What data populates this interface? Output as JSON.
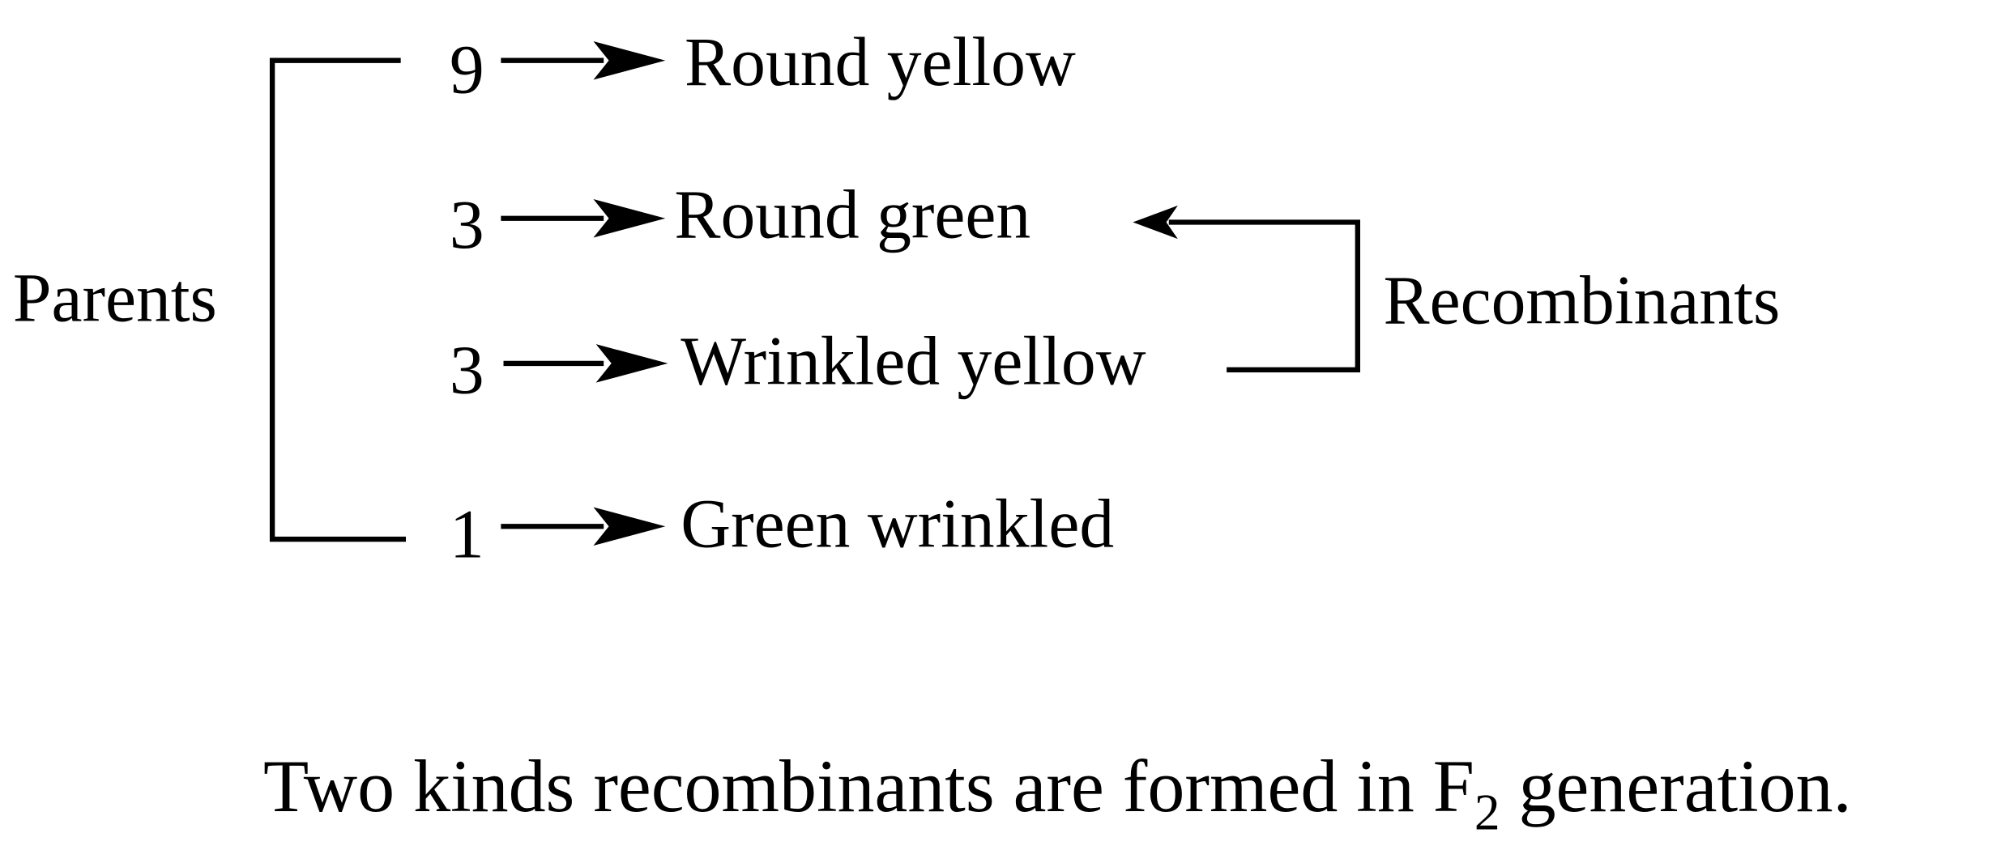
{
  "diagram": {
    "parents_label": "Parents",
    "recombinants_label": "Recombinants",
    "rows": [
      {
        "ratio": "9",
        "phenotype": "Round yellow"
      },
      {
        "ratio": "3",
        "phenotype": "Round green"
      },
      {
        "ratio": "3",
        "phenotype": "Wrinkled yellow"
      },
      {
        "ratio": "1",
        "phenotype": "Green wrinkled"
      }
    ],
    "caption": {
      "before": "Two kinds recombinants are formed in F",
      "subscript": "2",
      "after": " generation."
    },
    "colors": {
      "ink": "#000000",
      "background": "#ffffff"
    }
  }
}
